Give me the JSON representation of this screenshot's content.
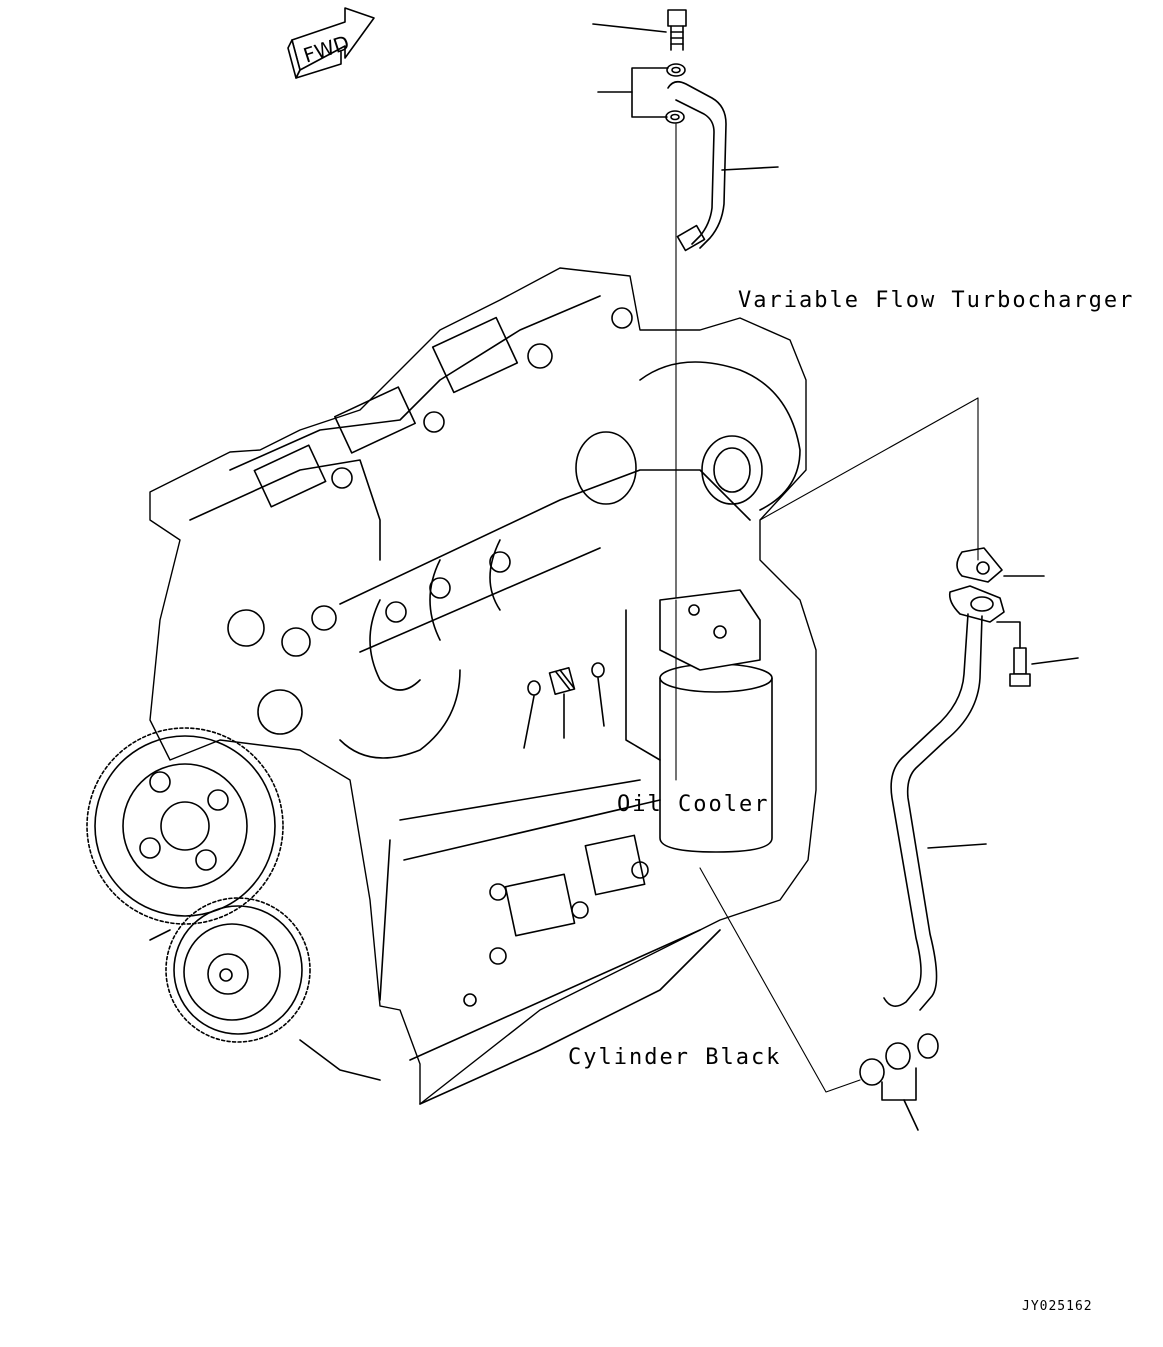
{
  "labels": {
    "turbo": "Variable Flow Turbocharger",
    "oil_cooler": "Oil Cooler",
    "cylinder_block": "Cylinder Black",
    "drawing_code": "JY025162",
    "fwd_arrow": "FWD"
  },
  "colors": {
    "line": "#000000",
    "background": "#ffffff"
  }
}
